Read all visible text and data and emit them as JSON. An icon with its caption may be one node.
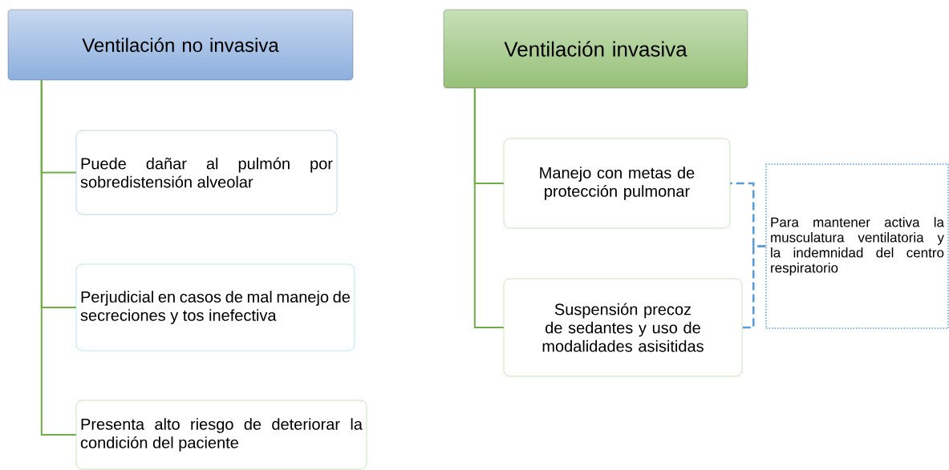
{
  "diagram": {
    "nodes": [
      {
        "text": [
          "Ventilación no invasiva"
        ]
      },
      {
        "text": [
          "Puede dañar al pulmón por sobredistensión alveolar"
        ]
      },
      {
        "text": [
          "Perjudicial en casos de mal manejo de secreciones y tos inefectiva"
        ]
      },
      {
        "text": [
          "Presenta alto riesgo de deteriorar la condición del paciente"
        ]
      },
      {
        "text": [
          "Ventilación invasiva"
        ]
      },
      {
        "text": [
          "Manejo con metas de protección pulmonar"
        ]
      },
      {
        "text": [
          "Suspensión precoz de sedantes y uso de modalidades asisitidas"
        ]
      },
      {
        "text": [
          "Para mantener activa la musculatura ventilatoria y la indemnidad del centro respiratorio"
        ]
      }
    ],
    "edges": [
      {
        "from": 0,
        "to": 1,
        "arrow": "none"
      },
      {
        "from": 0,
        "to": 2,
        "arrow": "none"
      },
      {
        "from": 0,
        "to": 3,
        "arrow": "none"
      },
      {
        "from": 4,
        "to": 5,
        "arrow": "none"
      },
      {
        "from": 4,
        "to": 6,
        "arrow": "none"
      },
      {
        "from": 7,
        "to": 5,
        "arrow": "none",
        "style": "dashed",
        "color": "#5b9bd5"
      },
      {
        "from": 7,
        "to": 6,
        "arrow": "none",
        "style": "dashed",
        "color": "#5b9bd5"
      }
    ]
  }
}
